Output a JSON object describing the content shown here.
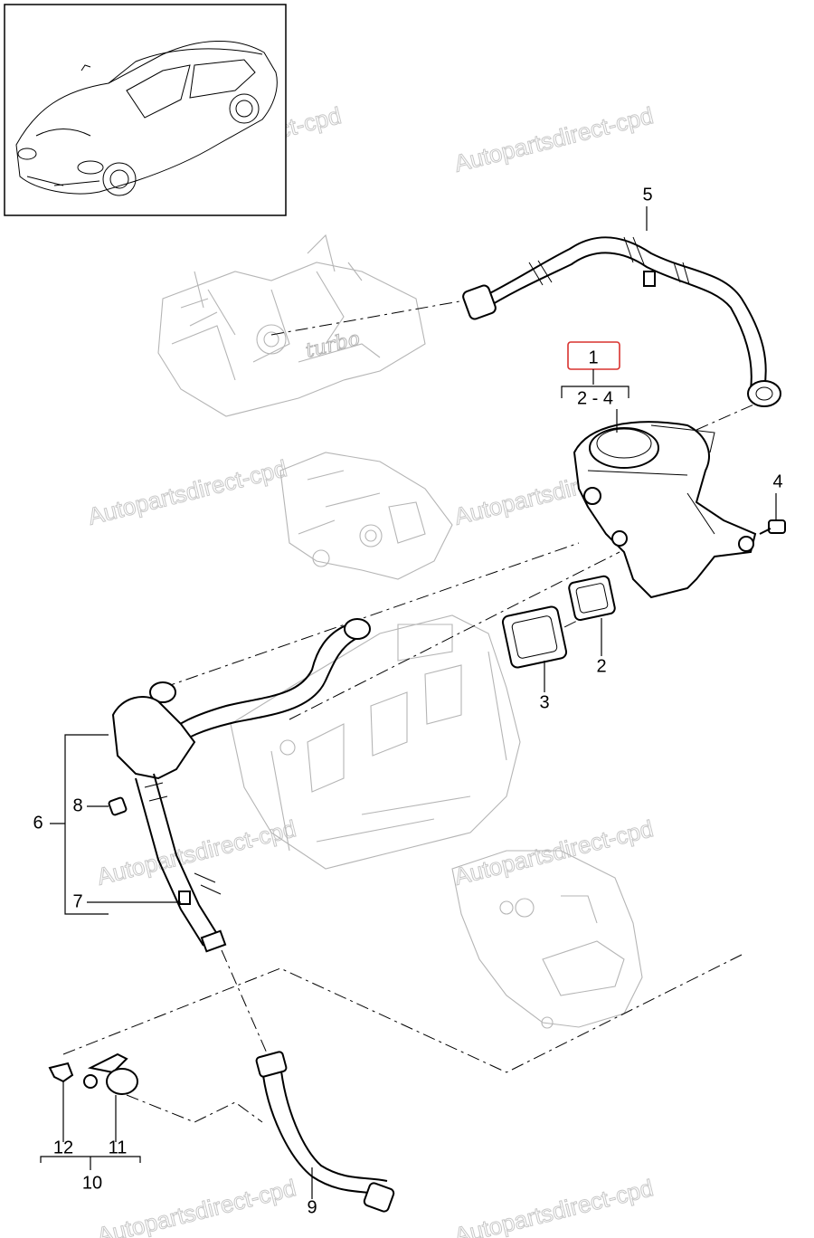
{
  "watermark": "Autopartsdirect-cpd",
  "callouts": {
    "c1": "1",
    "c2_4": "2 - 4",
    "c2": "2",
    "c3": "3",
    "c4": "4",
    "c5": "5",
    "c6": "6",
    "c7": "7",
    "c8": "8",
    "c9": "9",
    "c10": "10",
    "c11": "11",
    "c12": "12"
  },
  "engine_label": "turbo",
  "highlight_color": "#d9322e"
}
